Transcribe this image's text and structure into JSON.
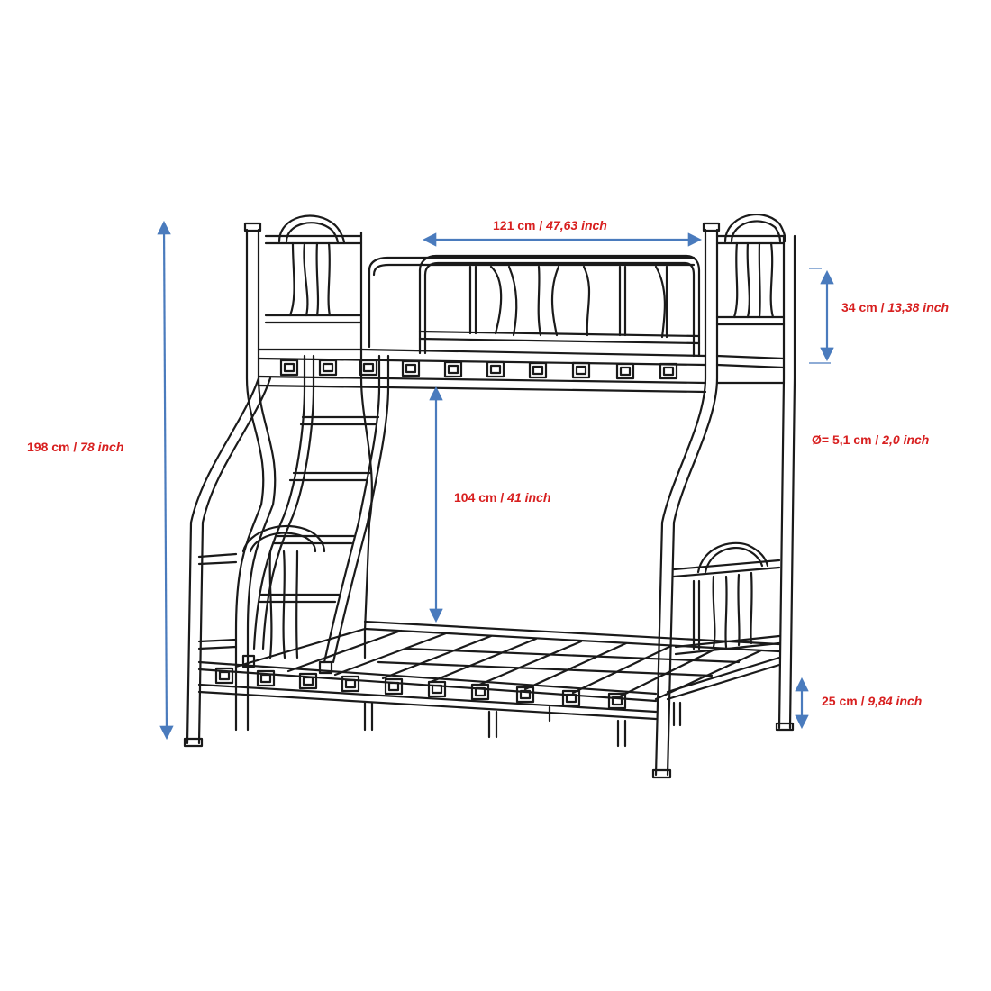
{
  "colors": {
    "frame": "#1a1a1a",
    "arrow": "#4a7bbd",
    "label": "#d82020"
  },
  "dimensions": {
    "overall_height": {
      "cm": "198 cm /",
      "inch": "78 inch"
    },
    "top_width": {
      "cm": "121 cm /",
      "inch": "47,63 inch"
    },
    "guardrail_height": {
      "cm": "34 cm /",
      "inch": "13,38 inch"
    },
    "tube_diameter": {
      "cm": "Ø= 5,1 cm /",
      "inch": "2,0 inch"
    },
    "clearance": {
      "cm": "104 cm /",
      "inch": "41 inch"
    },
    "leg_height": {
      "cm": "25 cm /",
      "inch": "9,84 inch"
    }
  }
}
